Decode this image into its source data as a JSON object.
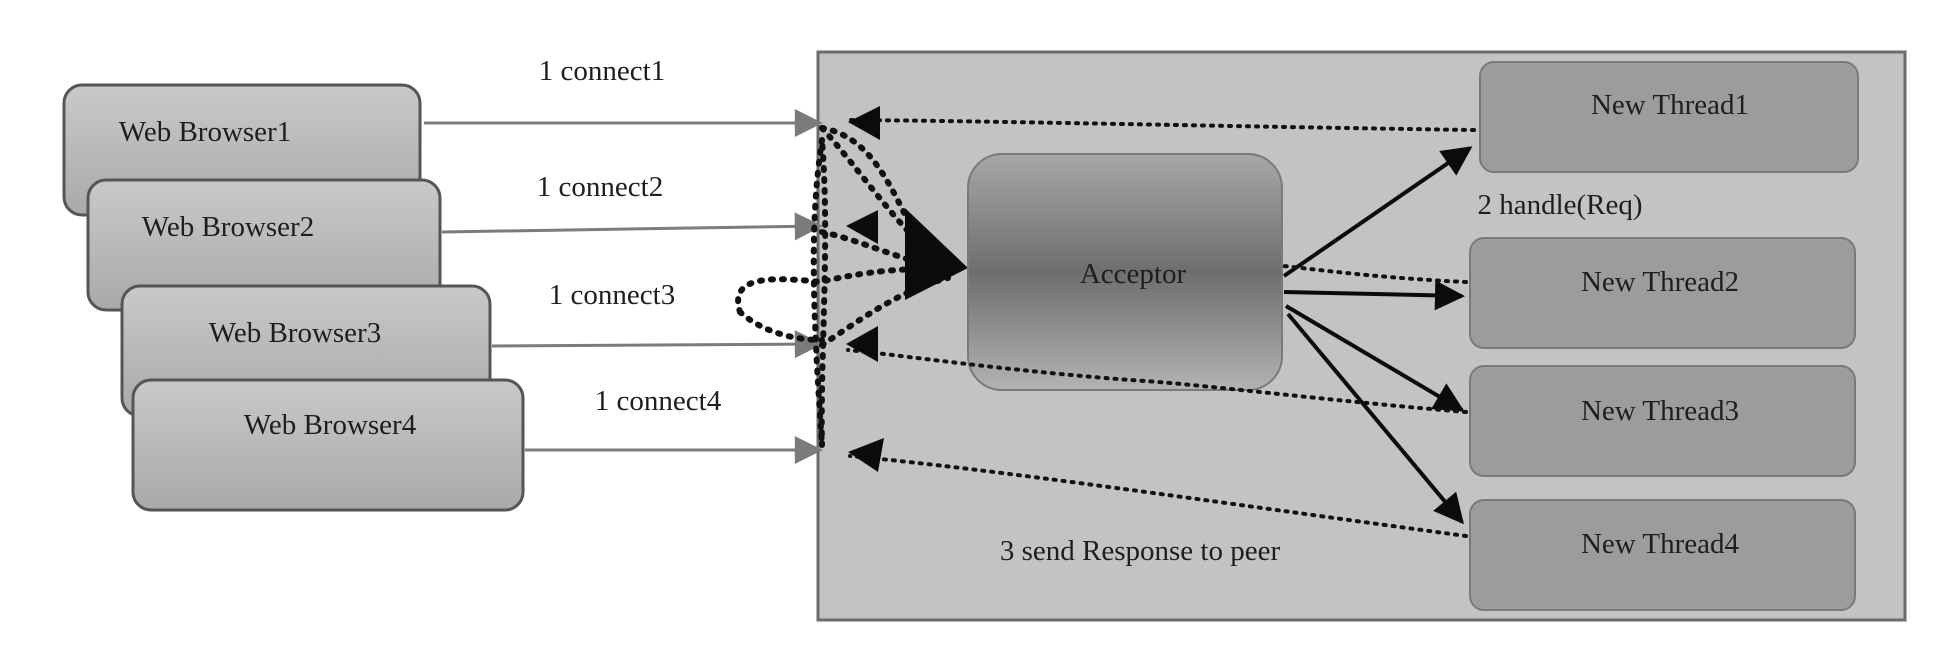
{
  "browsers": [
    {
      "label": "Web Browser1"
    },
    {
      "label": "Web Browser2"
    },
    {
      "label": "Web Browser3"
    },
    {
      "label": "Web Browser4"
    }
  ],
  "connect_labels": [
    "1 connect1",
    "1 connect2",
    "1 connect3",
    "1 connect4"
  ],
  "acceptor": {
    "label": "Acceptor"
  },
  "threads": [
    {
      "label": "New Thread1"
    },
    {
      "label": "New Thread2"
    },
    {
      "label": "New Thread3"
    },
    {
      "label": "New Thread4"
    }
  ],
  "handle_label": "2 handle(Req)",
  "response_label": "3 send Response to peer",
  "colors": {
    "server_fill": "#c3c3c3",
    "thread_fill": "#9c9c9c",
    "browser_fill": "#b5b5b5",
    "gray_arrow": "#7b7b7b",
    "black_arrow": "#0b0b0b"
  }
}
